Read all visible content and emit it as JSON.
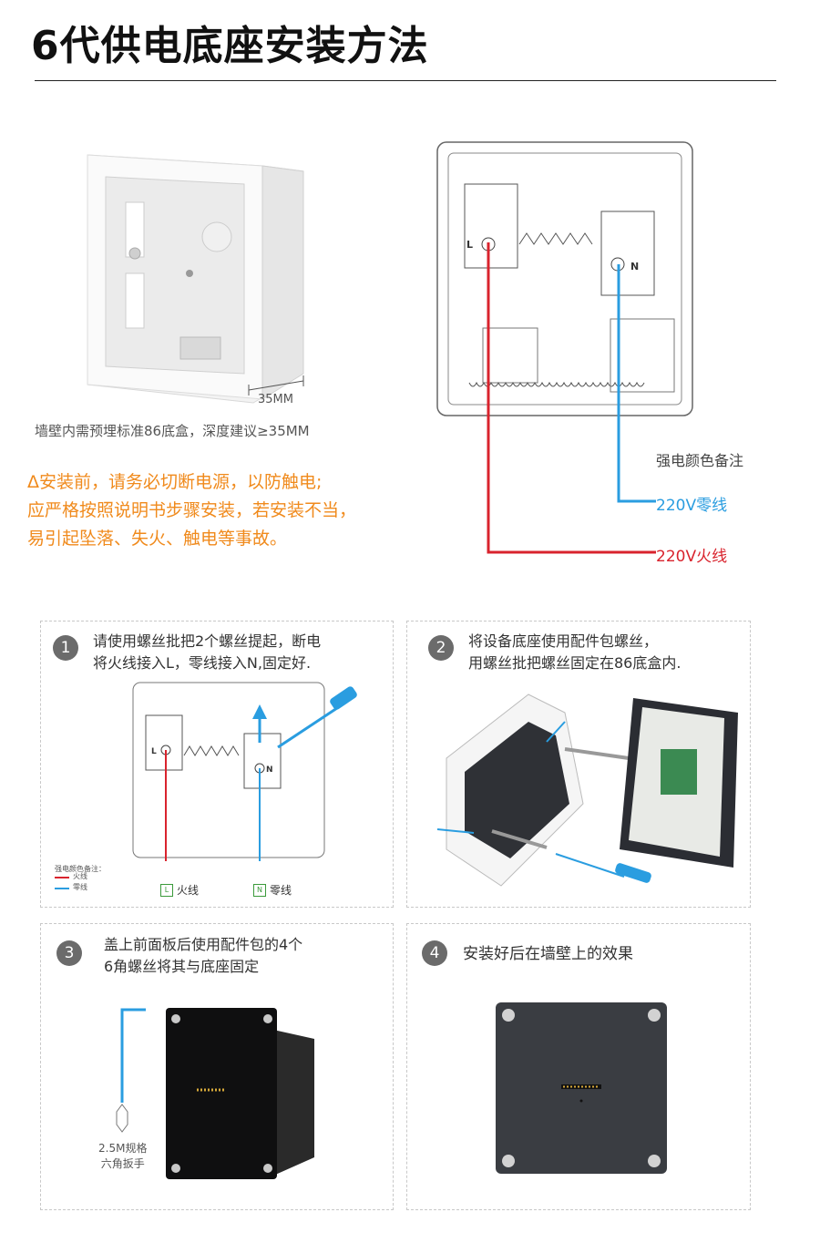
{
  "title": "6代供电底座安装方法",
  "box": {
    "dimension": "35MM",
    "caption": "墙壁内需预埋标准86底盒，深度建议≥35MM"
  },
  "warning": {
    "lines": [
      "Δ安装前，请务必切断电源，以防触电;",
      "应严格按照说明书步骤安装，若安装不当，",
      "易引起坠落、失火、触电等事故。"
    ],
    "color": "#f08a1c"
  },
  "wiring": {
    "terminal_l": "L",
    "terminal_n": "N",
    "note": "强电颜色备注",
    "neutral": "220V零线",
    "live": "220V火线",
    "neutral_color": "#2a9de0",
    "live_color": "#d9232d"
  },
  "steps": [
    {
      "number": "1",
      "text": "请使用螺丝批把2个螺丝提起，断电\n将火线接入L，零线接入N,固定好.",
      "legend_title": "强电颜色备注：",
      "legend_live": "火线",
      "legend_neutral": "零线",
      "tag_live": "火线",
      "tag_neutral": "零线",
      "tag_live_letter": "L",
      "tag_neutral_letter": "N"
    },
    {
      "number": "2",
      "text": "将设备底座使用配件包螺丝，\n用螺丝批把螺丝固定在86底盒内."
    },
    {
      "number": "3",
      "text": "盖上前面板后使用配件包的4个\n6角螺丝将其与底座固定",
      "wrench_label": "2.5M规格\n六角扳手"
    },
    {
      "number": "4",
      "text": "安装好后在墙壁上的效果"
    }
  ]
}
